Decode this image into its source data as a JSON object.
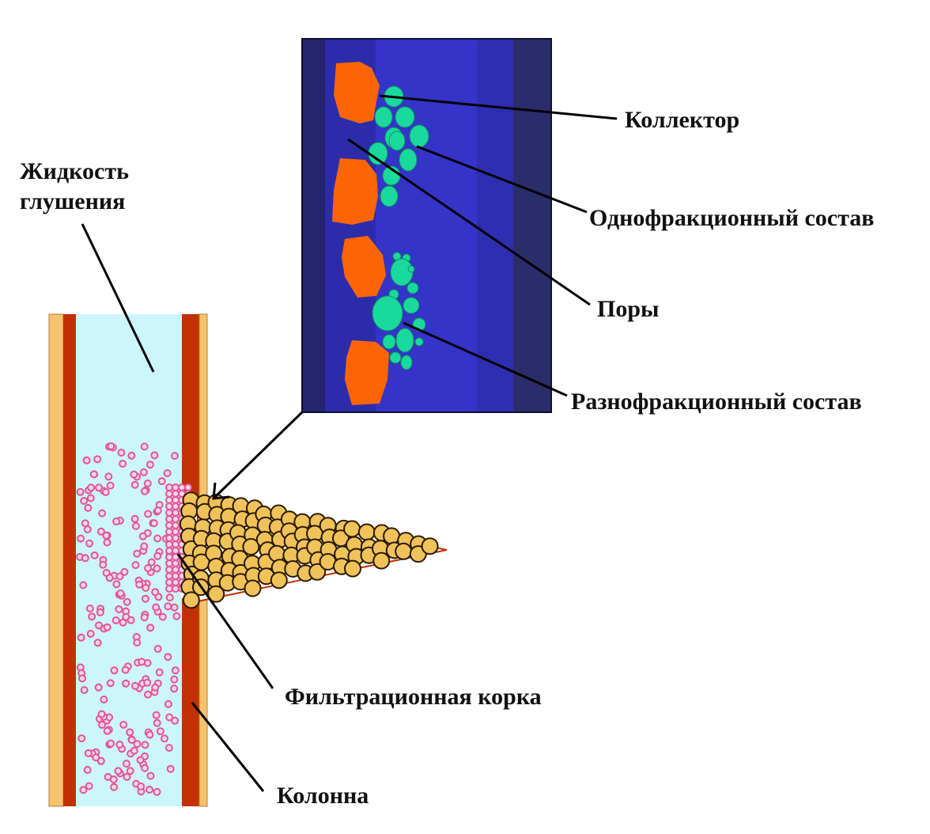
{
  "labels": {
    "kill_fluid_line1": "Жидкость",
    "kill_fluid_line2": "глушения",
    "collector": "Коллектор",
    "mono_fraction": "Однофракционный состав",
    "pores": "Поры",
    "multi_fraction": "Разнофракционный состав",
    "filter_cake": "Фильтрационная корка",
    "casing": "Колонна"
  },
  "colors": {
    "fluid": "#ccf6fb",
    "casing_steel": "#c13104",
    "cement": "#f8c26c",
    "particle": "#e0559a",
    "grain_fill": "#f0c25a",
    "inset_bg": "#3434c8",
    "rock_grain": "#fd6504",
    "pore_particle": "#1ad99c"
  }
}
